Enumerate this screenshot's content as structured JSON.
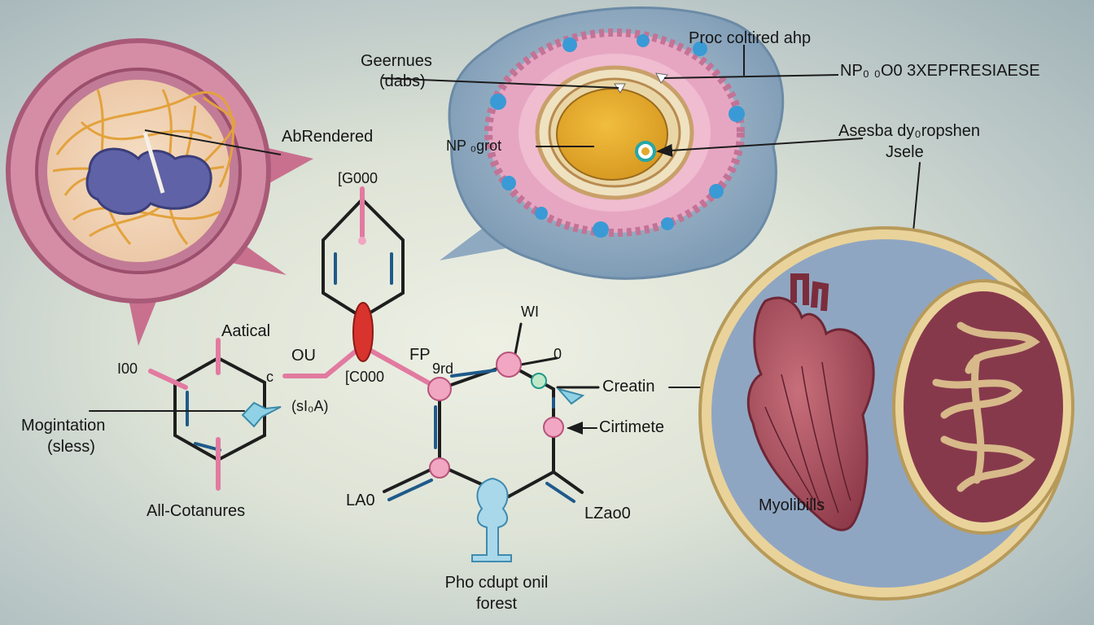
{
  "colors": {
    "background": "#dde3d6",
    "cell_ring": "#d58da6",
    "nucleus": "#5f62a6",
    "fibers": "#e3a23c",
    "membrane": "#8fa9c0",
    "organelle_core": "#e4aa2c",
    "heart": "#a94f5e",
    "tissue": "#87394c",
    "bond_pink": "#e27aa0",
    "bond_red": "#d8332c",
    "bond_dark": "#2a2a2a",
    "accent_blue": "#8fd2e6"
  },
  "labels": {
    "procultured": "Proϲ coltired ahp",
    "np_expression": "NP₀ ₀O0 3XEPFRESIAESE",
    "genes": "Geernues",
    "dabs": "(dabs)",
    "abrendered": "AbRendered",
    "np_grot": "NP ₀grot",
    "asesba": "Asesba dy₀ropshen",
    "jsele": "Jsele",
    "g000": "[G000",
    "wi": "WI",
    "aatical": "Aatical",
    "ou": "OU",
    "c000": "[C000",
    "fp": "FP",
    "grd": "9rd",
    "o_mark": "0",
    "i00": "I00",
    "c_mark": "c",
    "siya": "(sI₀A)",
    "creatin": "Creatin",
    "mogintation": "Mogintation",
    "sless": "(sless)",
    "cirtimete": "Cirtimete",
    "la0": "LA0",
    "lzao0": "LZao0",
    "allcotanures": "All-Cotanures",
    "myolibills": "Myolibills",
    "pho_cdupt": "Pho cdupt onil",
    "forest": "forest"
  }
}
